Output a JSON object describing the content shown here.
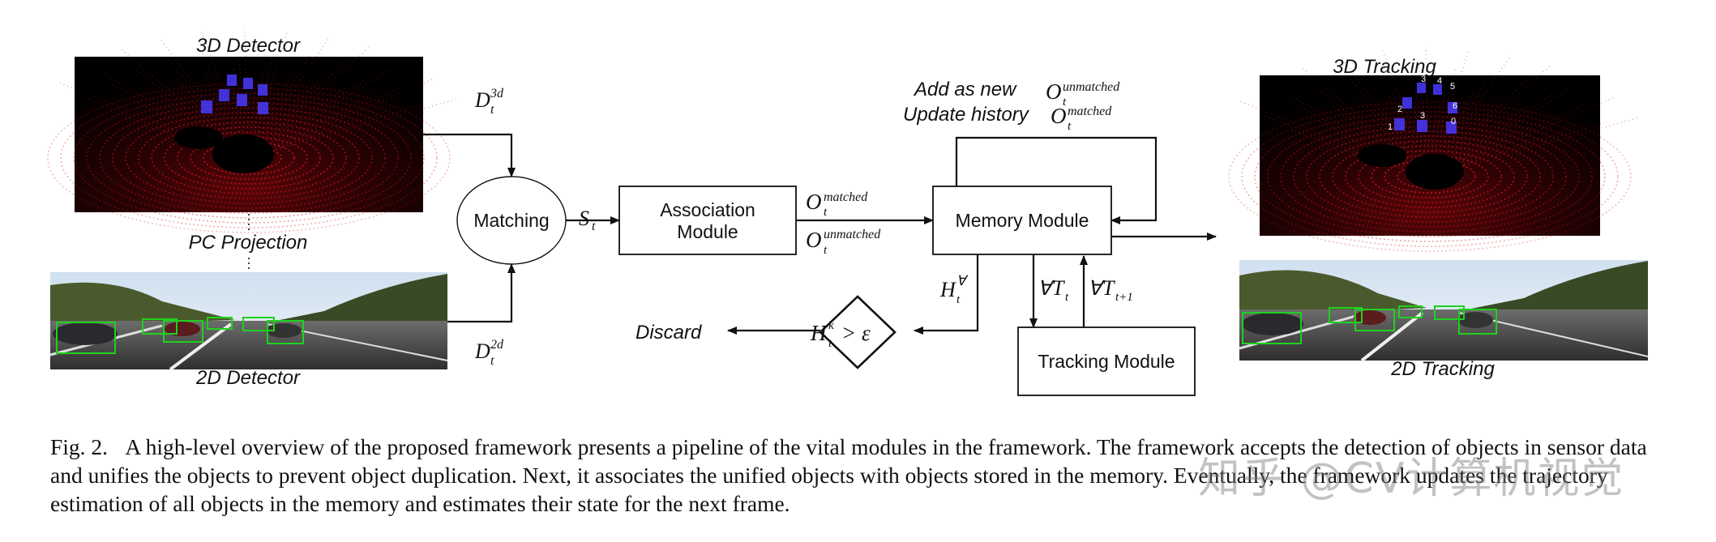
{
  "figure": {
    "label_3d_detector": "3D Detector",
    "label_pc_projection": "PC Projection",
    "label_2d_detector": "2D Detector",
    "label_3d_tracking": "3D Tracking",
    "label_2d_tracking": "2D Tracking",
    "matching": "Matching",
    "association_line1": "Association",
    "association_line2": "Module",
    "memory": "Memory Module",
    "tracking": "Tracking Module",
    "discard": "Discard",
    "add_as_new": "Add as new",
    "update_history": "Update history",
    "math": {
      "d": "D",
      "t": "t",
      "sup3d": "3d",
      "sup2d": "2d",
      "s": "S",
      "o": "O",
      "matched": "matched",
      "unmatched": "unmatched",
      "h": "H",
      "forall": "∀",
      "k": "k",
      "gt_eps": "> ε",
      "T": "T",
      "t1": "t+1"
    },
    "track_ids": [
      "3",
      "4",
      "5",
      "2",
      "6",
      "1",
      "3",
      "0"
    ]
  },
  "caption": {
    "fig": "Fig. 2.",
    "text": "A high-level overview of the proposed framework presents a pipeline of the vital modules in the framework. The framework accepts the detection of objects in sensor data and unifies the objects to prevent object duplication. Next, it associates the unified objects with objects stored in the memory. Eventually, the framework updates the trajectory estimation of all objects in the memory and estimates their state for the next frame."
  },
  "watermark": "知乎 @CV计算机视觉",
  "colors": {
    "lidar": "#c8141c",
    "box3d": "#4a3aff",
    "box2d": "#1fd11f",
    "bg_dark": "#000000"
  }
}
